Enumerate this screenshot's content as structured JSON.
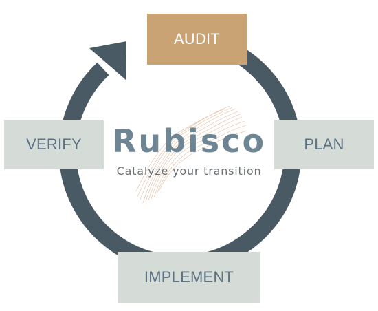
{
  "diagram": {
    "steps": {
      "audit": "AUDIT",
      "plan": "PLAN",
      "implement": "IMPLEMENT",
      "verify": "VERIFY"
    },
    "colors": {
      "ring": "#4a5a64",
      "audit_box": "#c9a374",
      "step_box": "#d5dbd6",
      "step_text": "#5c7383",
      "audit_text": "#ffffff"
    }
  },
  "logo": {
    "name": "Rubisco",
    "tagline": "Catalyze your transition",
    "colors": {
      "name": "#6e8594",
      "tagline": "#6a6f72",
      "wave": "#d9a57e"
    }
  }
}
